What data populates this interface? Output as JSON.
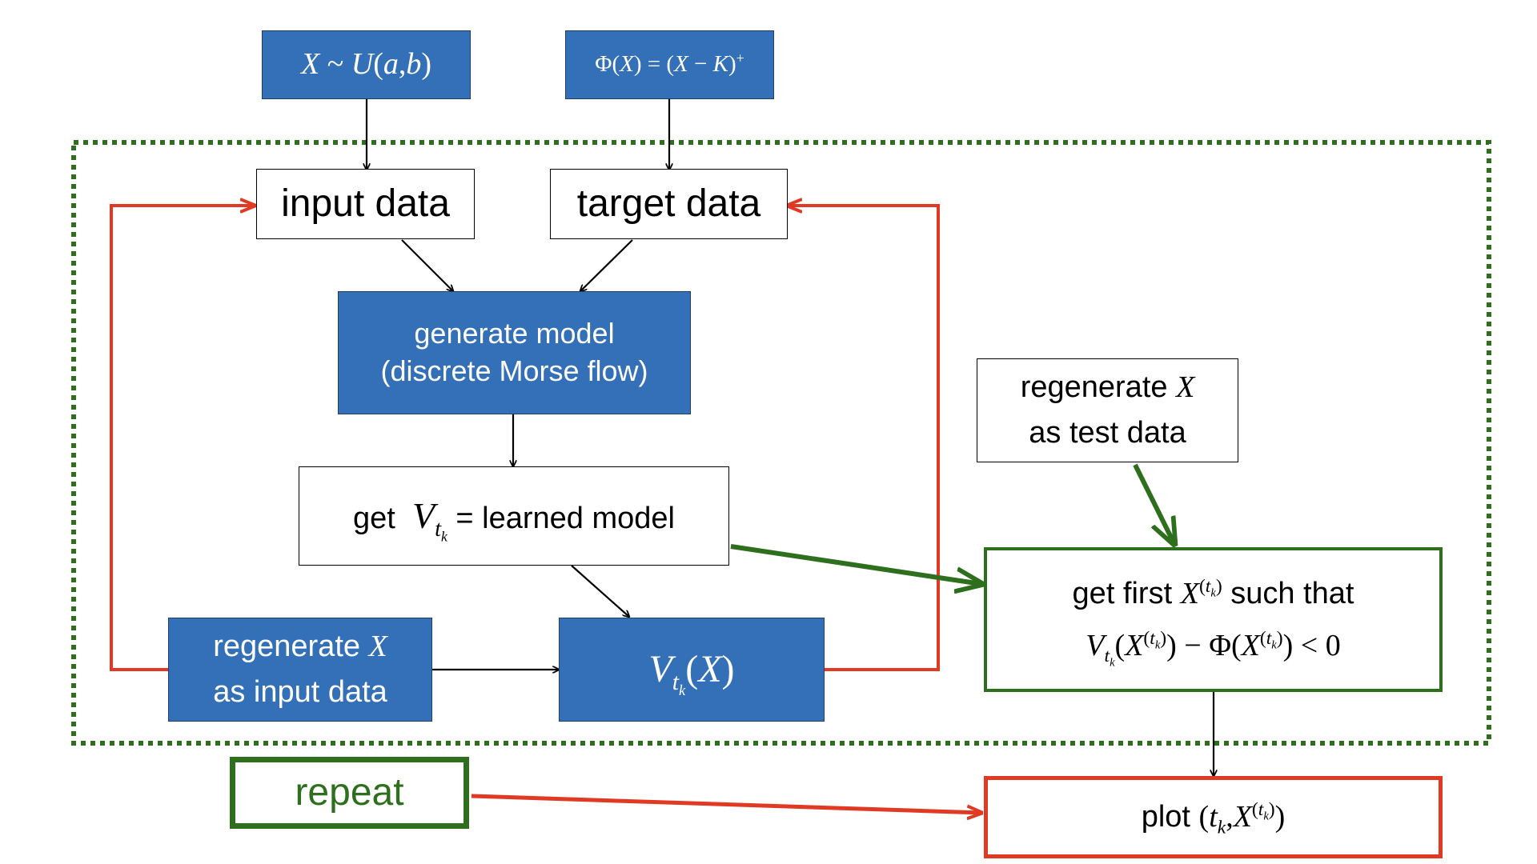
{
  "source_distribution": {
    "variable": "X",
    "tilde": "~",
    "dist_name": "U",
    "open_paren": "(",
    "param_a": "a",
    "comma": ",",
    "param_b": "b",
    "close_paren": ")"
  },
  "payoff": {
    "phi": "Φ",
    "arg_open": "(",
    "arg": "X",
    "arg_close": ")",
    "equals": "=",
    "open_paren": "(",
    "x": "X",
    "minus": "−",
    "k": "K",
    "close_paren": ")",
    "sup_plus": "+"
  },
  "input_data": {
    "label": "input data"
  },
  "target_data": {
    "label": "target data"
  },
  "generate_model": {
    "line1": "generate model",
    "line2": "(discrete Morse flow)"
  },
  "learned_model": {
    "get": "get",
    "v": "V",
    "sub_t": "t",
    "sub_k": "k",
    "equals": "=",
    "text": "learned model"
  },
  "regenerate_test": {
    "prefix": "regenerate",
    "var": "X",
    "line2": "as test data"
  },
  "regenerate_input": {
    "prefix": "regenerate",
    "var": "X",
    "line2": "as input data"
  },
  "model_output": {
    "v": "V",
    "sub_t": "t",
    "sub_k": "k",
    "open_paren": "(",
    "x": "X",
    "close_paren": ")"
  },
  "first_crossing": {
    "line1_prefix": "get first",
    "line1_x": "X",
    "line1_sup_open": "(",
    "line1_sup_t": "t",
    "line1_sup_k": "k",
    "line1_sup_close": ")",
    "line1_suffix": "such that",
    "eq_v": "V",
    "eq_v_sub_t": "t",
    "eq_v_sub_k": "k",
    "eq_open1": "(",
    "eq_x1": "X",
    "eq_sup1_open": "(",
    "eq_sup1_t": "t",
    "eq_sup1_k": "k",
    "eq_sup1_close": ")",
    "eq_close1": ")",
    "eq_minus": "−",
    "eq_phi": "Φ",
    "eq_open2": "(",
    "eq_x2": "X",
    "eq_sup2_open": "(",
    "eq_sup2_t": "t",
    "eq_sup2_k": "k",
    "eq_sup2_close": ")",
    "eq_close2": ")",
    "eq_lt": "<",
    "eq_zero": "0"
  },
  "repeat": {
    "label": "repeat"
  },
  "plot": {
    "prefix": "plot",
    "open_paren": "(",
    "t": "t",
    "t_sub": "k",
    "comma": ",",
    "x": "X",
    "sup_open": "(",
    "sup_t": "t",
    "sup_k": "k",
    "sup_close": ")",
    "close_paren": ")"
  },
  "colors": {
    "blue_fill": "#3470b8",
    "green": "#2e6f1e",
    "red": "#e03a24",
    "black": "#000000"
  }
}
